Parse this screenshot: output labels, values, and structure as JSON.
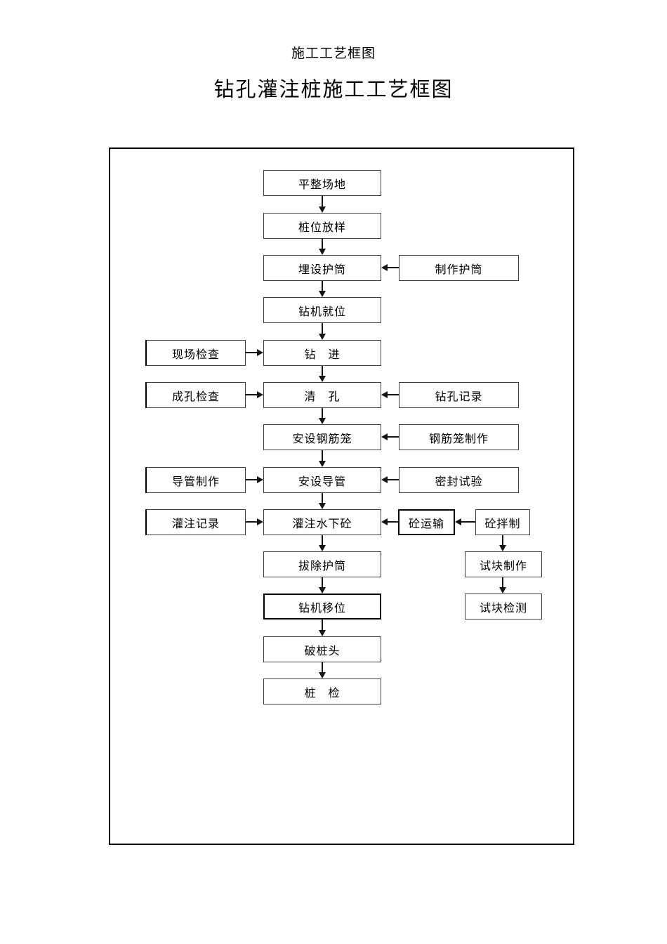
{
  "titles": {
    "subtitle": "施工工艺框图",
    "main_title": "钻孔灌注桩施工工艺框图"
  },
  "flowchart": {
    "nodes": {
      "level_site": "平整场地",
      "pile_layout": "桩位放样",
      "bury_casing": "埋设护筒",
      "make_casing": "制作护筒",
      "rig_in_place": "钻机就位",
      "site_inspection": "现场检查",
      "drilling": "钻　进",
      "hole_inspection": "成孔检查",
      "clean_hole": "清　孔",
      "drilling_record": "钻孔记录",
      "install_rebar_cage": "安设钢筋笼",
      "rebar_cage_fabrication": "钢筋笼制作",
      "conduit_fabrication": "导管制作",
      "install_conduit": "安设导管",
      "seal_test": "密封试验",
      "pouring_record": "灌注记录",
      "pour_underwater_concrete": "灌注水下砼",
      "concrete_transport": "砼运输",
      "concrete_mixing": "砼拌制",
      "remove_casing": "拔除护筒",
      "test_block_making": "试块制作",
      "rig_relocation": "钻机移位",
      "test_block_testing": "试块检测",
      "break_pile_head": "破桩头",
      "pile_inspection": "桩　检"
    },
    "main_sequence": [
      "平整场地",
      "桩位放样",
      "埋设护筒",
      "钻机就位",
      "钻　进",
      "清　孔",
      "安设钢筋笼",
      "安设导管",
      "灌注水下砼",
      "拔除护筒",
      "钻机移位",
      "破桩头",
      "桩　检"
    ],
    "edges": [
      {
        "from": "level_site",
        "to": "pile_layout"
      },
      {
        "from": "pile_layout",
        "to": "bury_casing"
      },
      {
        "from": "make_casing",
        "to": "bury_casing"
      },
      {
        "from": "bury_casing",
        "to": "rig_in_place"
      },
      {
        "from": "rig_in_place",
        "to": "drilling"
      },
      {
        "from": "site_inspection",
        "to": "drilling"
      },
      {
        "from": "drilling",
        "to": "clean_hole"
      },
      {
        "from": "hole_inspection",
        "to": "clean_hole"
      },
      {
        "from": "drilling_record",
        "to": "clean_hole"
      },
      {
        "from": "clean_hole",
        "to": "install_rebar_cage"
      },
      {
        "from": "rebar_cage_fabrication",
        "to": "install_rebar_cage"
      },
      {
        "from": "install_rebar_cage",
        "to": "install_conduit"
      },
      {
        "from": "conduit_fabrication",
        "to": "install_conduit"
      },
      {
        "from": "seal_test",
        "to": "install_conduit"
      },
      {
        "from": "install_conduit",
        "to": "pour_underwater_concrete"
      },
      {
        "from": "pouring_record",
        "to": "pour_underwater_concrete"
      },
      {
        "from": "concrete_mixing",
        "to": "concrete_transport"
      },
      {
        "from": "concrete_transport",
        "to": "pour_underwater_concrete"
      },
      {
        "from": "pour_underwater_concrete",
        "to": "remove_casing"
      },
      {
        "from": "concrete_mixing",
        "to": "test_block_making"
      },
      {
        "from": "test_block_making",
        "to": "test_block_testing"
      },
      {
        "from": "remove_casing",
        "to": "rig_relocation"
      },
      {
        "from": "rig_relocation",
        "to": "break_pile_head"
      },
      {
        "from": "break_pile_head",
        "to": "pile_inspection"
      }
    ]
  }
}
